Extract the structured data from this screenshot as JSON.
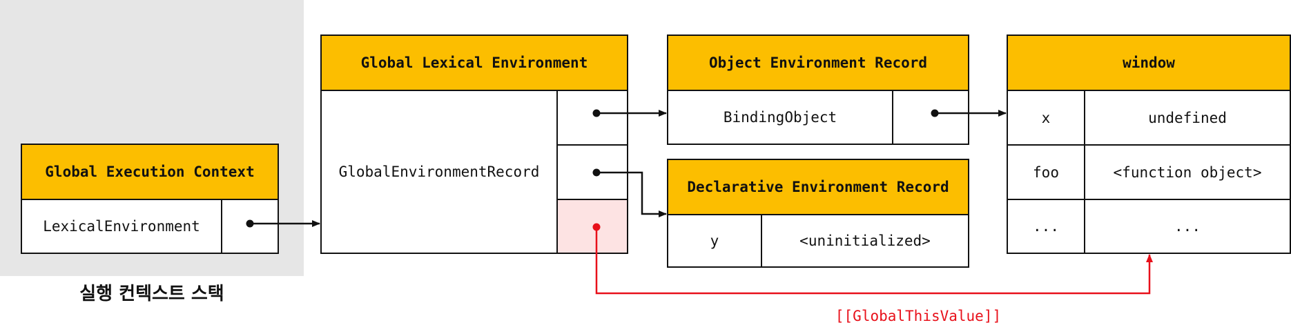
{
  "execution_context_stack": {
    "caption": "실행 컨텍스트 스택",
    "global_execution_context": {
      "title": "Global Execution Context",
      "field": "LexicalEnvironment"
    }
  },
  "global_lexical_environment": {
    "title": "Global Lexical Environment",
    "record_label": "GlobalEnvironmentRecord"
  },
  "object_environment_record": {
    "title": "Object Environment Record",
    "field": "BindingObject"
  },
  "declarative_environment_record": {
    "title": "Declarative Environment Record",
    "binding": {
      "name": "y",
      "value": "<uninitialized>"
    }
  },
  "window": {
    "title": "window",
    "rows": [
      {
        "name": "x",
        "value": "undefined"
      },
      {
        "name": "foo",
        "value": "<function object>"
      },
      {
        "name": "...",
        "value": "..."
      }
    ]
  },
  "global_this_value_label": "[[GlobalThisValue]]",
  "colors": {
    "header": "#fcbe00",
    "stack_background": "#e6e6e6",
    "global_this_arrow": "#e8101a",
    "highlight_cell": "#fde3e3"
  }
}
